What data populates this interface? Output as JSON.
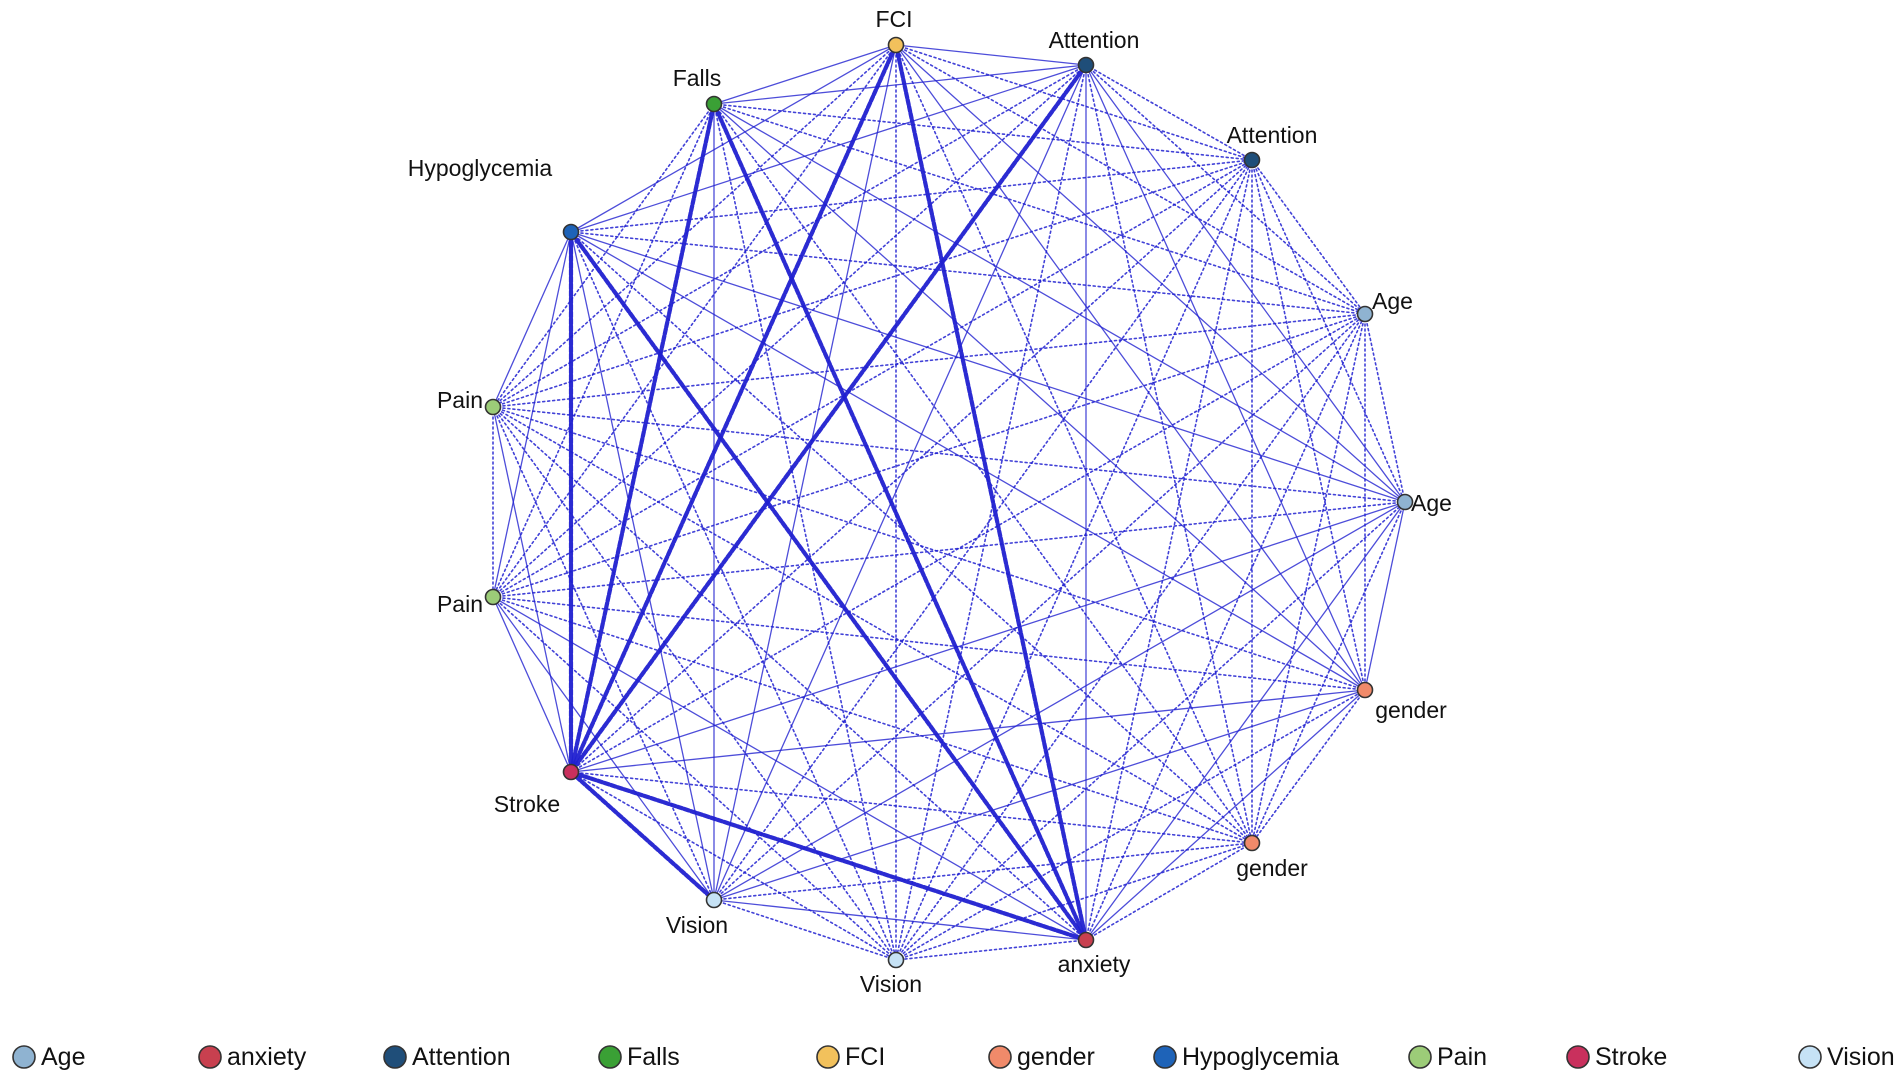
{
  "category_colors": {
    "Age": "#8fb3d1",
    "anxiety": "#c8404f",
    "Attention": "#1f4e79",
    "Falls": "#3aa035",
    "FCI": "#f2c15c",
    "gender": "#f08a6a",
    "Hypoglycemia": "#1e63b8",
    "Pain": "#9ccc78",
    "Stroke": "#c9305d",
    "Vision": "#c6e2f5"
  },
  "edge_color": "#2020d0",
  "nodes": [
    {
      "id": "fci",
      "label": "FCI",
      "category": "FCI"
    },
    {
      "id": "attention1",
      "label": "Attention",
      "category": "Attention"
    },
    {
      "id": "attention2",
      "label": "Attention",
      "category": "Attention"
    },
    {
      "id": "age1",
      "label": "Age",
      "category": "Age"
    },
    {
      "id": "age2",
      "label": "Age",
      "category": "Age"
    },
    {
      "id": "gender1",
      "label": "gender",
      "category": "gender"
    },
    {
      "id": "gender2",
      "label": "gender",
      "category": "gender"
    },
    {
      "id": "anxiety",
      "label": "anxiety",
      "category": "anxiety"
    },
    {
      "id": "vision2",
      "label": "Vision",
      "category": "Vision"
    },
    {
      "id": "vision1",
      "label": "Vision",
      "category": "Vision"
    },
    {
      "id": "stroke",
      "label": "Stroke",
      "category": "Stroke"
    },
    {
      "id": "pain2",
      "label": "Pain",
      "category": "Pain"
    },
    {
      "id": "pain1",
      "label": "Pain",
      "category": "Pain"
    },
    {
      "id": "hypoglycemia",
      "label": "Hypoglycemia",
      "category": "Hypoglycemia"
    },
    {
      "id": "falls",
      "label": "Falls",
      "category": "Falls"
    }
  ],
  "edges": {
    "strong": [
      [
        "stroke",
        "hypoglycemia"
      ],
      [
        "stroke",
        "falls"
      ],
      [
        "stroke",
        "fci"
      ],
      [
        "stroke",
        "attention1"
      ],
      [
        "stroke",
        "anxiety"
      ],
      [
        "stroke",
        "vision1"
      ],
      [
        "anxiety",
        "hypoglycemia"
      ],
      [
        "anxiety",
        "falls"
      ],
      [
        "anxiety",
        "fci"
      ]
    ],
    "medium": [
      [
        "hypoglycemia",
        "fci"
      ],
      [
        "hypoglycemia",
        "attention1"
      ],
      [
        "hypoglycemia",
        "pain2"
      ],
      [
        "hypoglycemia",
        "vision1"
      ],
      [
        "hypoglycemia",
        "age2"
      ],
      [
        "hypoglycemia",
        "gender1"
      ],
      [
        "falls",
        "fci"
      ],
      [
        "falls",
        "attention1"
      ],
      [
        "falls",
        "age2"
      ],
      [
        "falls",
        "gender1"
      ],
      [
        "falls",
        "vision1"
      ],
      [
        "fci",
        "attention1"
      ],
      [
        "fci",
        "age2"
      ],
      [
        "fci",
        "gender1"
      ],
      [
        "fci",
        "vision1"
      ],
      [
        "attention1",
        "anxiety"
      ],
      [
        "attention1",
        "age2"
      ],
      [
        "attention1",
        "gender1"
      ],
      [
        "attention1",
        "vision1"
      ],
      [
        "anxiety",
        "age2"
      ],
      [
        "anxiety",
        "gender1"
      ],
      [
        "anxiety",
        "vision1"
      ],
      [
        "anxiety",
        "pain2"
      ],
      [
        "stroke",
        "age2"
      ],
      [
        "stroke",
        "gender1"
      ],
      [
        "stroke",
        "pain2"
      ],
      [
        "stroke",
        "pain1"
      ],
      [
        "vision1",
        "age2"
      ],
      [
        "vision1",
        "gender1"
      ],
      [
        "age2",
        "gender1"
      ],
      [
        "pain2",
        "vision1"
      ],
      [
        "hypoglycemia",
        "pain1"
      ]
    ],
    "dotted": [
      [
        "fci",
        "attention2"
      ],
      [
        "fci",
        "age1"
      ],
      [
        "fci",
        "pain1"
      ],
      [
        "fci",
        "pain2"
      ],
      [
        "fci",
        "gender2"
      ],
      [
        "fci",
        "vision2"
      ],
      [
        "attention1",
        "attention2"
      ],
      [
        "attention1",
        "age1"
      ],
      [
        "attention1",
        "pain1"
      ],
      [
        "attention1",
        "pain2"
      ],
      [
        "attention1",
        "gender2"
      ],
      [
        "attention1",
        "vision2"
      ],
      [
        "falls",
        "attention2"
      ],
      [
        "falls",
        "age1"
      ],
      [
        "falls",
        "pain1"
      ],
      [
        "falls",
        "pain2"
      ],
      [
        "falls",
        "gender2"
      ],
      [
        "falls",
        "vision2"
      ],
      [
        "hypoglycemia",
        "attention2"
      ],
      [
        "hypoglycemia",
        "age1"
      ],
      [
        "hypoglycemia",
        "gender2"
      ],
      [
        "hypoglycemia",
        "vision2"
      ],
      [
        "pain1",
        "pain2"
      ],
      [
        "pain1",
        "age1"
      ],
      [
        "pain1",
        "age2"
      ],
      [
        "pain1",
        "gender1"
      ],
      [
        "pain1",
        "gender2"
      ],
      [
        "pain1",
        "vision1"
      ],
      [
        "pain1",
        "vision2"
      ],
      [
        "pain1",
        "anxiety"
      ],
      [
        "pain1",
        "attention2"
      ],
      [
        "pain2",
        "age1"
      ],
      [
        "pain2",
        "age2"
      ],
      [
        "pain2",
        "gender1"
      ],
      [
        "pain2",
        "gender2"
      ],
      [
        "pain2",
        "vision2"
      ],
      [
        "pain2",
        "attention2"
      ],
      [
        "stroke",
        "attention2"
      ],
      [
        "stroke",
        "age1"
      ],
      [
        "stroke",
        "gender2"
      ],
      [
        "stroke",
        "vision2"
      ],
      [
        "anxiety",
        "attention2"
      ],
      [
        "anxiety",
        "age1"
      ],
      [
        "anxiety",
        "gender2"
      ],
      [
        "anxiety",
        "vision2"
      ],
      [
        "vision1",
        "attention2"
      ],
      [
        "vision1",
        "age1"
      ],
      [
        "vision1",
        "gender2"
      ],
      [
        "vision1",
        "vision2"
      ],
      [
        "vision2",
        "age1"
      ],
      [
        "vision2",
        "age2"
      ],
      [
        "vision2",
        "gender1"
      ],
      [
        "vision2",
        "gender2"
      ],
      [
        "vision2",
        "attention2"
      ],
      [
        "attention2",
        "age1"
      ],
      [
        "attention2",
        "age2"
      ],
      [
        "attention2",
        "gender1"
      ],
      [
        "attention2",
        "gender2"
      ],
      [
        "age1",
        "age2"
      ],
      [
        "age1",
        "gender1"
      ],
      [
        "age1",
        "gender2"
      ],
      [
        "age2",
        "gender2"
      ],
      [
        "gender1",
        "gender2"
      ]
    ]
  },
  "legend": [
    {
      "label": "Age",
      "category": "Age"
    },
    {
      "label": "anxiety",
      "category": "anxiety"
    },
    {
      "label": "Attention",
      "category": "Attention"
    },
    {
      "label": "Falls",
      "category": "Falls"
    },
    {
      "label": "FCI",
      "category": "FCI"
    },
    {
      "label": "gender",
      "category": "gender"
    },
    {
      "label": "Hypoglycemia",
      "category": "Hypoglycemia"
    },
    {
      "label": "Pain",
      "category": "Pain"
    },
    {
      "label": "Stroke",
      "category": "Stroke"
    },
    {
      "label": "Vision",
      "category": "Vision"
    }
  ]
}
